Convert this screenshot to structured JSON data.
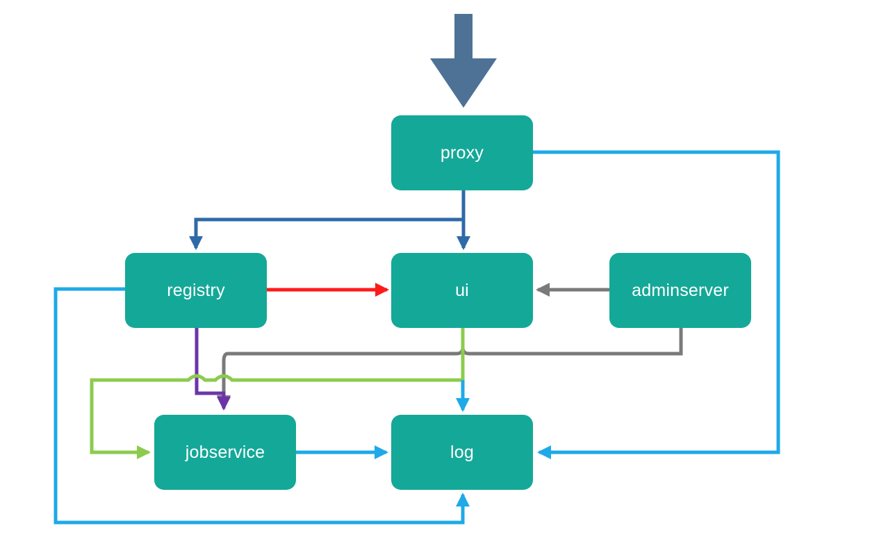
{
  "nodes": {
    "proxy": "proxy",
    "registry": "registry",
    "ui": "ui",
    "adminserver": "adminserver",
    "jobservice": "jobservice",
    "log": "log"
  },
  "edges": [
    {
      "from": "entry",
      "to": "proxy",
      "color": "#4e7296"
    },
    {
      "from": "proxy",
      "to": "ui",
      "color": "#2f6aa8"
    },
    {
      "from": "proxy",
      "to": "registry",
      "color": "#2f6aa8"
    },
    {
      "from": "proxy",
      "to": "log",
      "color": "#1ea9e8"
    },
    {
      "from": "registry",
      "to": "ui",
      "color": "#ff1a1a"
    },
    {
      "from": "registry",
      "to": "jobservice",
      "color": "#6b35a8"
    },
    {
      "from": "registry",
      "to": "log",
      "color": "#1ea9e8"
    },
    {
      "from": "adminserver",
      "to": "ui",
      "color": "#7a7a7a"
    },
    {
      "from": "adminserver",
      "to": "jobservice",
      "color": "#7a7a7a"
    },
    {
      "from": "ui",
      "to": "jobservice",
      "color": "#8ccb4e"
    },
    {
      "from": "ui",
      "to": "log",
      "color": "#1ea9e8"
    },
    {
      "from": "jobservice",
      "to": "log",
      "color": "#1ea9e8"
    }
  ],
  "colors": {
    "node_fill": "#14a898",
    "node_text": "#ffffff"
  }
}
